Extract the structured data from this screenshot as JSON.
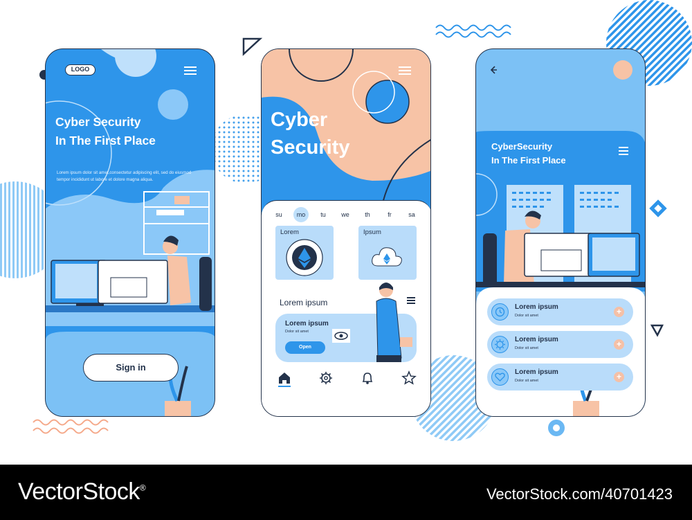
{
  "screen1": {
    "logo_text": "LOGO",
    "title_line1": "Cyber Security",
    "title_line2": "In The First Place",
    "body_line1": "Lorem ipsum dolor sit amet,consectetur adipiscing elit, sed do eiusmod",
    "body_line2": "tempor incididunt ut labore et dolore magna aliqua.",
    "signin_label": "Sign in"
  },
  "screen2": {
    "title_line1": "Cyber",
    "title_line2": "Security",
    "days": [
      "su",
      "mo",
      "tu",
      "we",
      "th",
      "fr",
      "sa"
    ],
    "active_day": "mo",
    "card_left_label": "Lorem",
    "card_right_label": "Ipsum",
    "section_title": "Lorem ipsum",
    "promo_title": "Lorem ipsum",
    "promo_sub": "Dolor sit amet",
    "promo_button": "Open",
    "nav_icons": [
      "home-icon",
      "gear-icon",
      "bell-icon",
      "star-icon"
    ]
  },
  "screen3": {
    "title_line1": "CyberSecurity",
    "title_line2": "In The First Place",
    "items": [
      {
        "title": "Lorem ipsum",
        "sub": "Dolor sit amet",
        "icon": "clock-icon"
      },
      {
        "title": "Lorem ipsum",
        "sub": "Dolor sit amet",
        "icon": "gear-icon"
      },
      {
        "title": "Lorem ipsum",
        "sub": "Dolor sit amet",
        "icon": "heart-icon"
      }
    ],
    "plus_glyph": "+"
  },
  "footer": {
    "brand": "VectorStock",
    "registered": "®",
    "image_id": "VectorStock.com/40701423"
  },
  "colors": {
    "blue": "#2e95ea",
    "light_blue": "#b9dcfa",
    "peach": "#f7c3a6",
    "navy": "#23324a"
  }
}
